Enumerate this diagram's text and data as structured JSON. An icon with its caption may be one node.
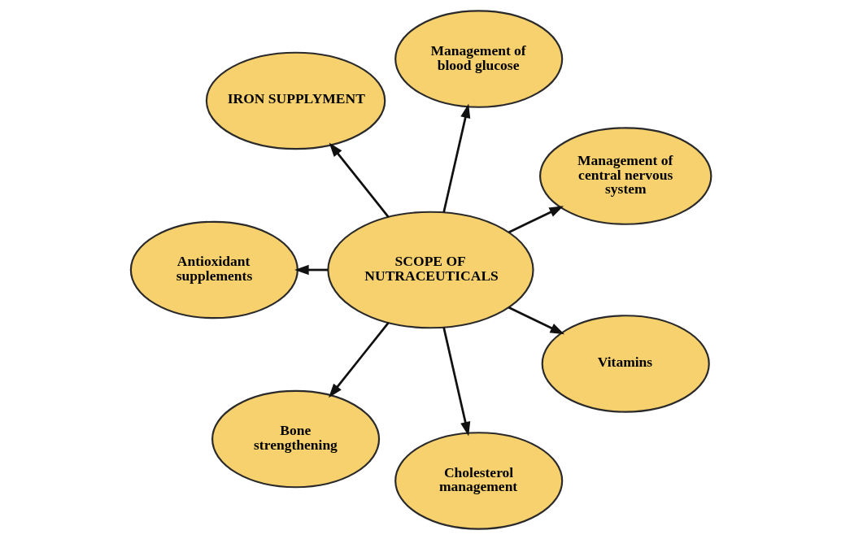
{
  "diagram": {
    "nodes": [
      {
        "text": [
          "Management of central nervous system"
        ]
      },
      {
        "text": [
          "Management of blood glucose"
        ]
      },
      {
        "text": [
          "IRON SUPPLYMENT"
        ]
      },
      {
        "text": [
          "SCOPE OF NUTRACEUTICALS"
        ]
      },
      {
        "text": [
          "Antioxidant supplements"
        ]
      },
      {
        "text": [
          "Bone strengthening"
        ]
      },
      {
        "text": [
          "Cholesterol management"
        ]
      },
      {
        "text": [
          "Vitamins"
        ]
      }
    ],
    "edges": [
      {
        "from": 3,
        "to": 0,
        "arrow": "to"
      },
      {
        "from": 3,
        "to": 1,
        "arrow": "to"
      },
      {
        "from": 3,
        "to": 2,
        "arrow": "to"
      },
      {
        "from": 3,
        "to": 4,
        "arrow": "to"
      },
      {
        "from": 3,
        "to": 5,
        "arrow": "to"
      },
      {
        "from": 3,
        "to": 6,
        "arrow": "to"
      },
      {
        "from": 3,
        "to": 7,
        "arrow": "to"
      }
    ]
  }
}
